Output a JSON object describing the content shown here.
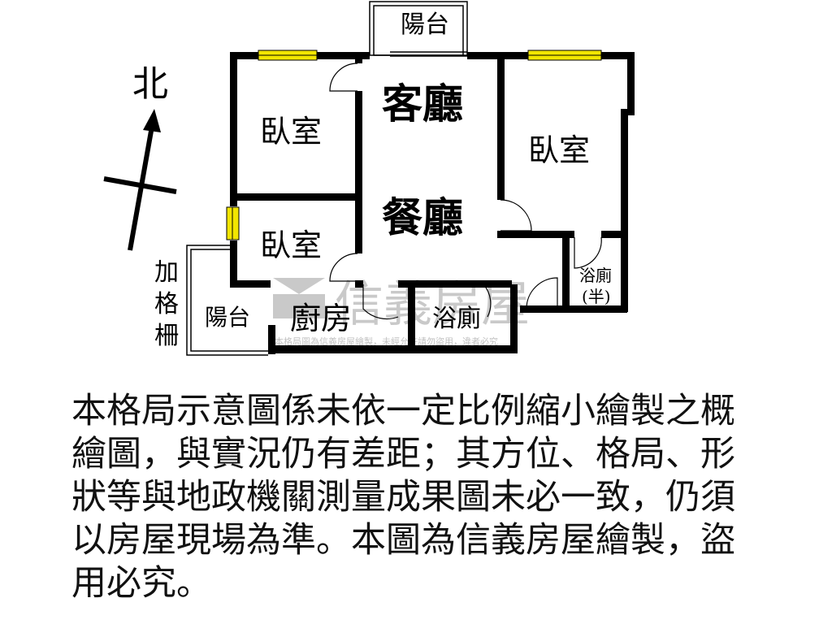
{
  "compass": {
    "label": "北"
  },
  "rooms": {
    "balcony_top": "陽台",
    "living": "客廳",
    "dining": "餐廳",
    "bedroom_nw": "臥室",
    "bedroom_w": "臥室",
    "bedroom_e": "臥室",
    "kitchen": "廚房",
    "bathroom": "浴廁",
    "half_bath_1": "浴廁",
    "half_bath_2": "(半)",
    "balcony_left": "陽台",
    "grille": [
      "加",
      "格",
      "柵"
    ]
  },
  "watermark": {
    "brand": "信義房屋",
    "notice": "本格局圖為信義房屋繪製，未經允許請勿盜用，違者必究"
  },
  "disclaimer": [
    "本格局示意圖係未依一定比例縮小繪製之概",
    "繪圖，與實況仍有差距；其方位、格局、形",
    "狀等與地政機關測量成果圖未必一致，仍須",
    "以房屋現場為準。本圖為信義房屋繪製，盜",
    "用必究。"
  ],
  "colors": {
    "wall": "#000000",
    "window": "#f2e600",
    "watermark": "#9a9a9a"
  }
}
